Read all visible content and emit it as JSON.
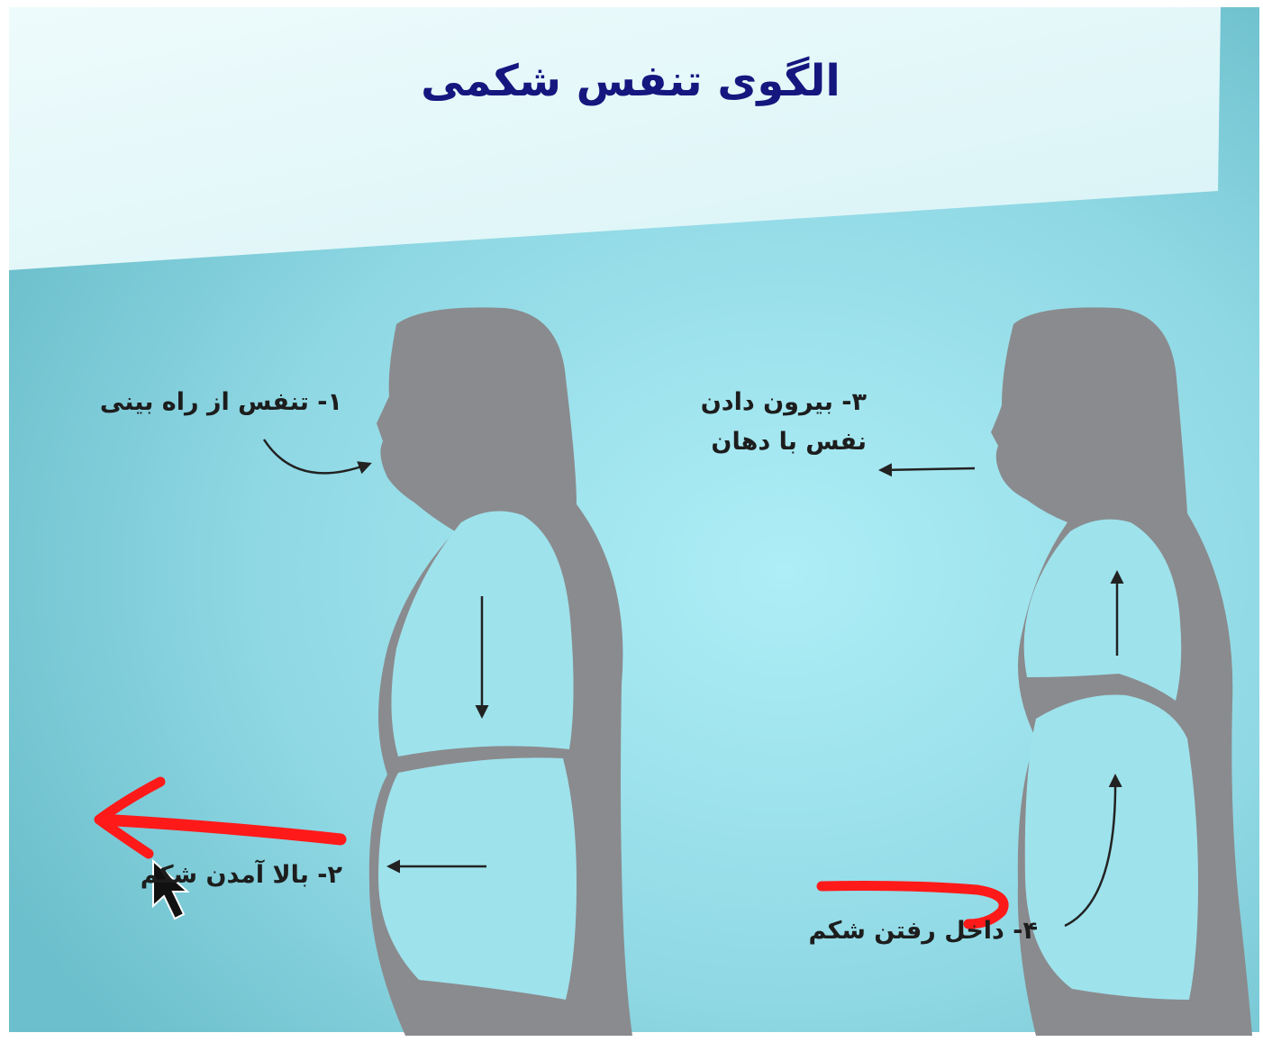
{
  "title": "الگوی تنفس شکمی",
  "steps": {
    "step1": "۱- تنفس از راه بینی",
    "step2": "۲- بالا آمدن شکم",
    "step3_line1": "۳- بیرون دادن",
    "step3_line2": "نفس با دهان",
    "step4": "۴- داخل رفتن شکم"
  },
  "colors": {
    "background": "#8fd8e4",
    "banner": "#eefbfc",
    "figure": "#8a8b8e",
    "arrow": "#222222",
    "annotation": "#ff1a1a",
    "title": "#16167f"
  },
  "icons": [
    "mouse-cursor-icon"
  ]
}
